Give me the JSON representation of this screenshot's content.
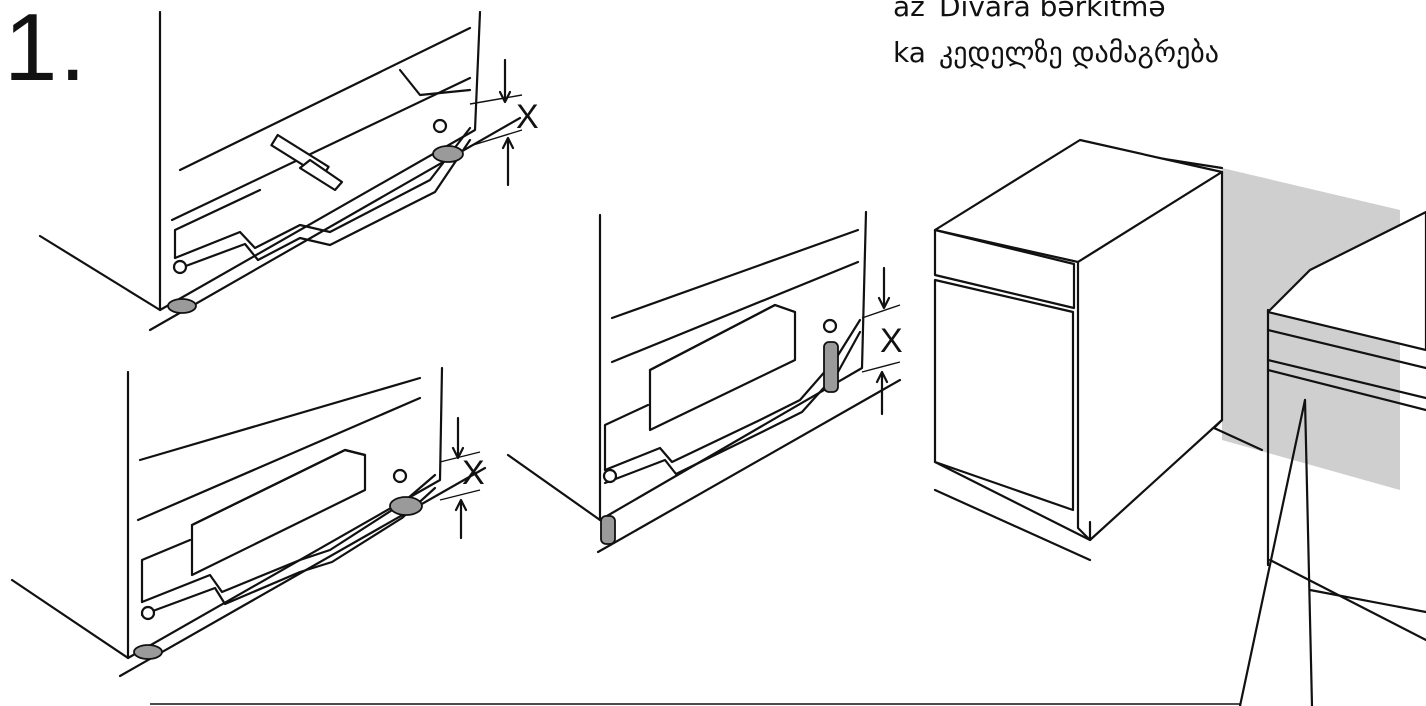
{
  "step": {
    "number": "1."
  },
  "captions": [
    {
      "code": "az",
      "text": "Divara bərkitmə"
    },
    {
      "code": "ka",
      "text": "კედელზე დამაგრება"
    }
  ],
  "dimension_labels": {
    "top_left": "X",
    "bottom_left": "X",
    "middle": "X"
  }
}
